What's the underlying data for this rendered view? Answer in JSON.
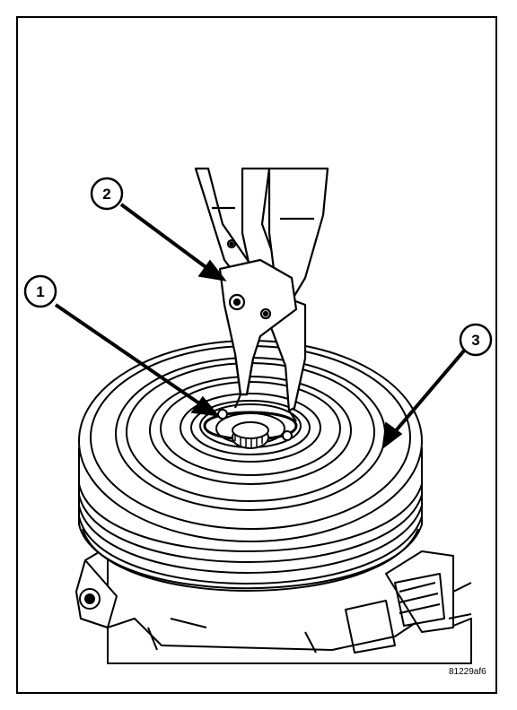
{
  "figure": {
    "id_code": "81229af6",
    "callouts": [
      {
        "number": "1",
        "refers_to": "snap-ring"
      },
      {
        "number": "2",
        "refers_to": "snap-ring-pliers"
      },
      {
        "number": "3",
        "refers_to": "clutch-pulley"
      }
    ]
  }
}
